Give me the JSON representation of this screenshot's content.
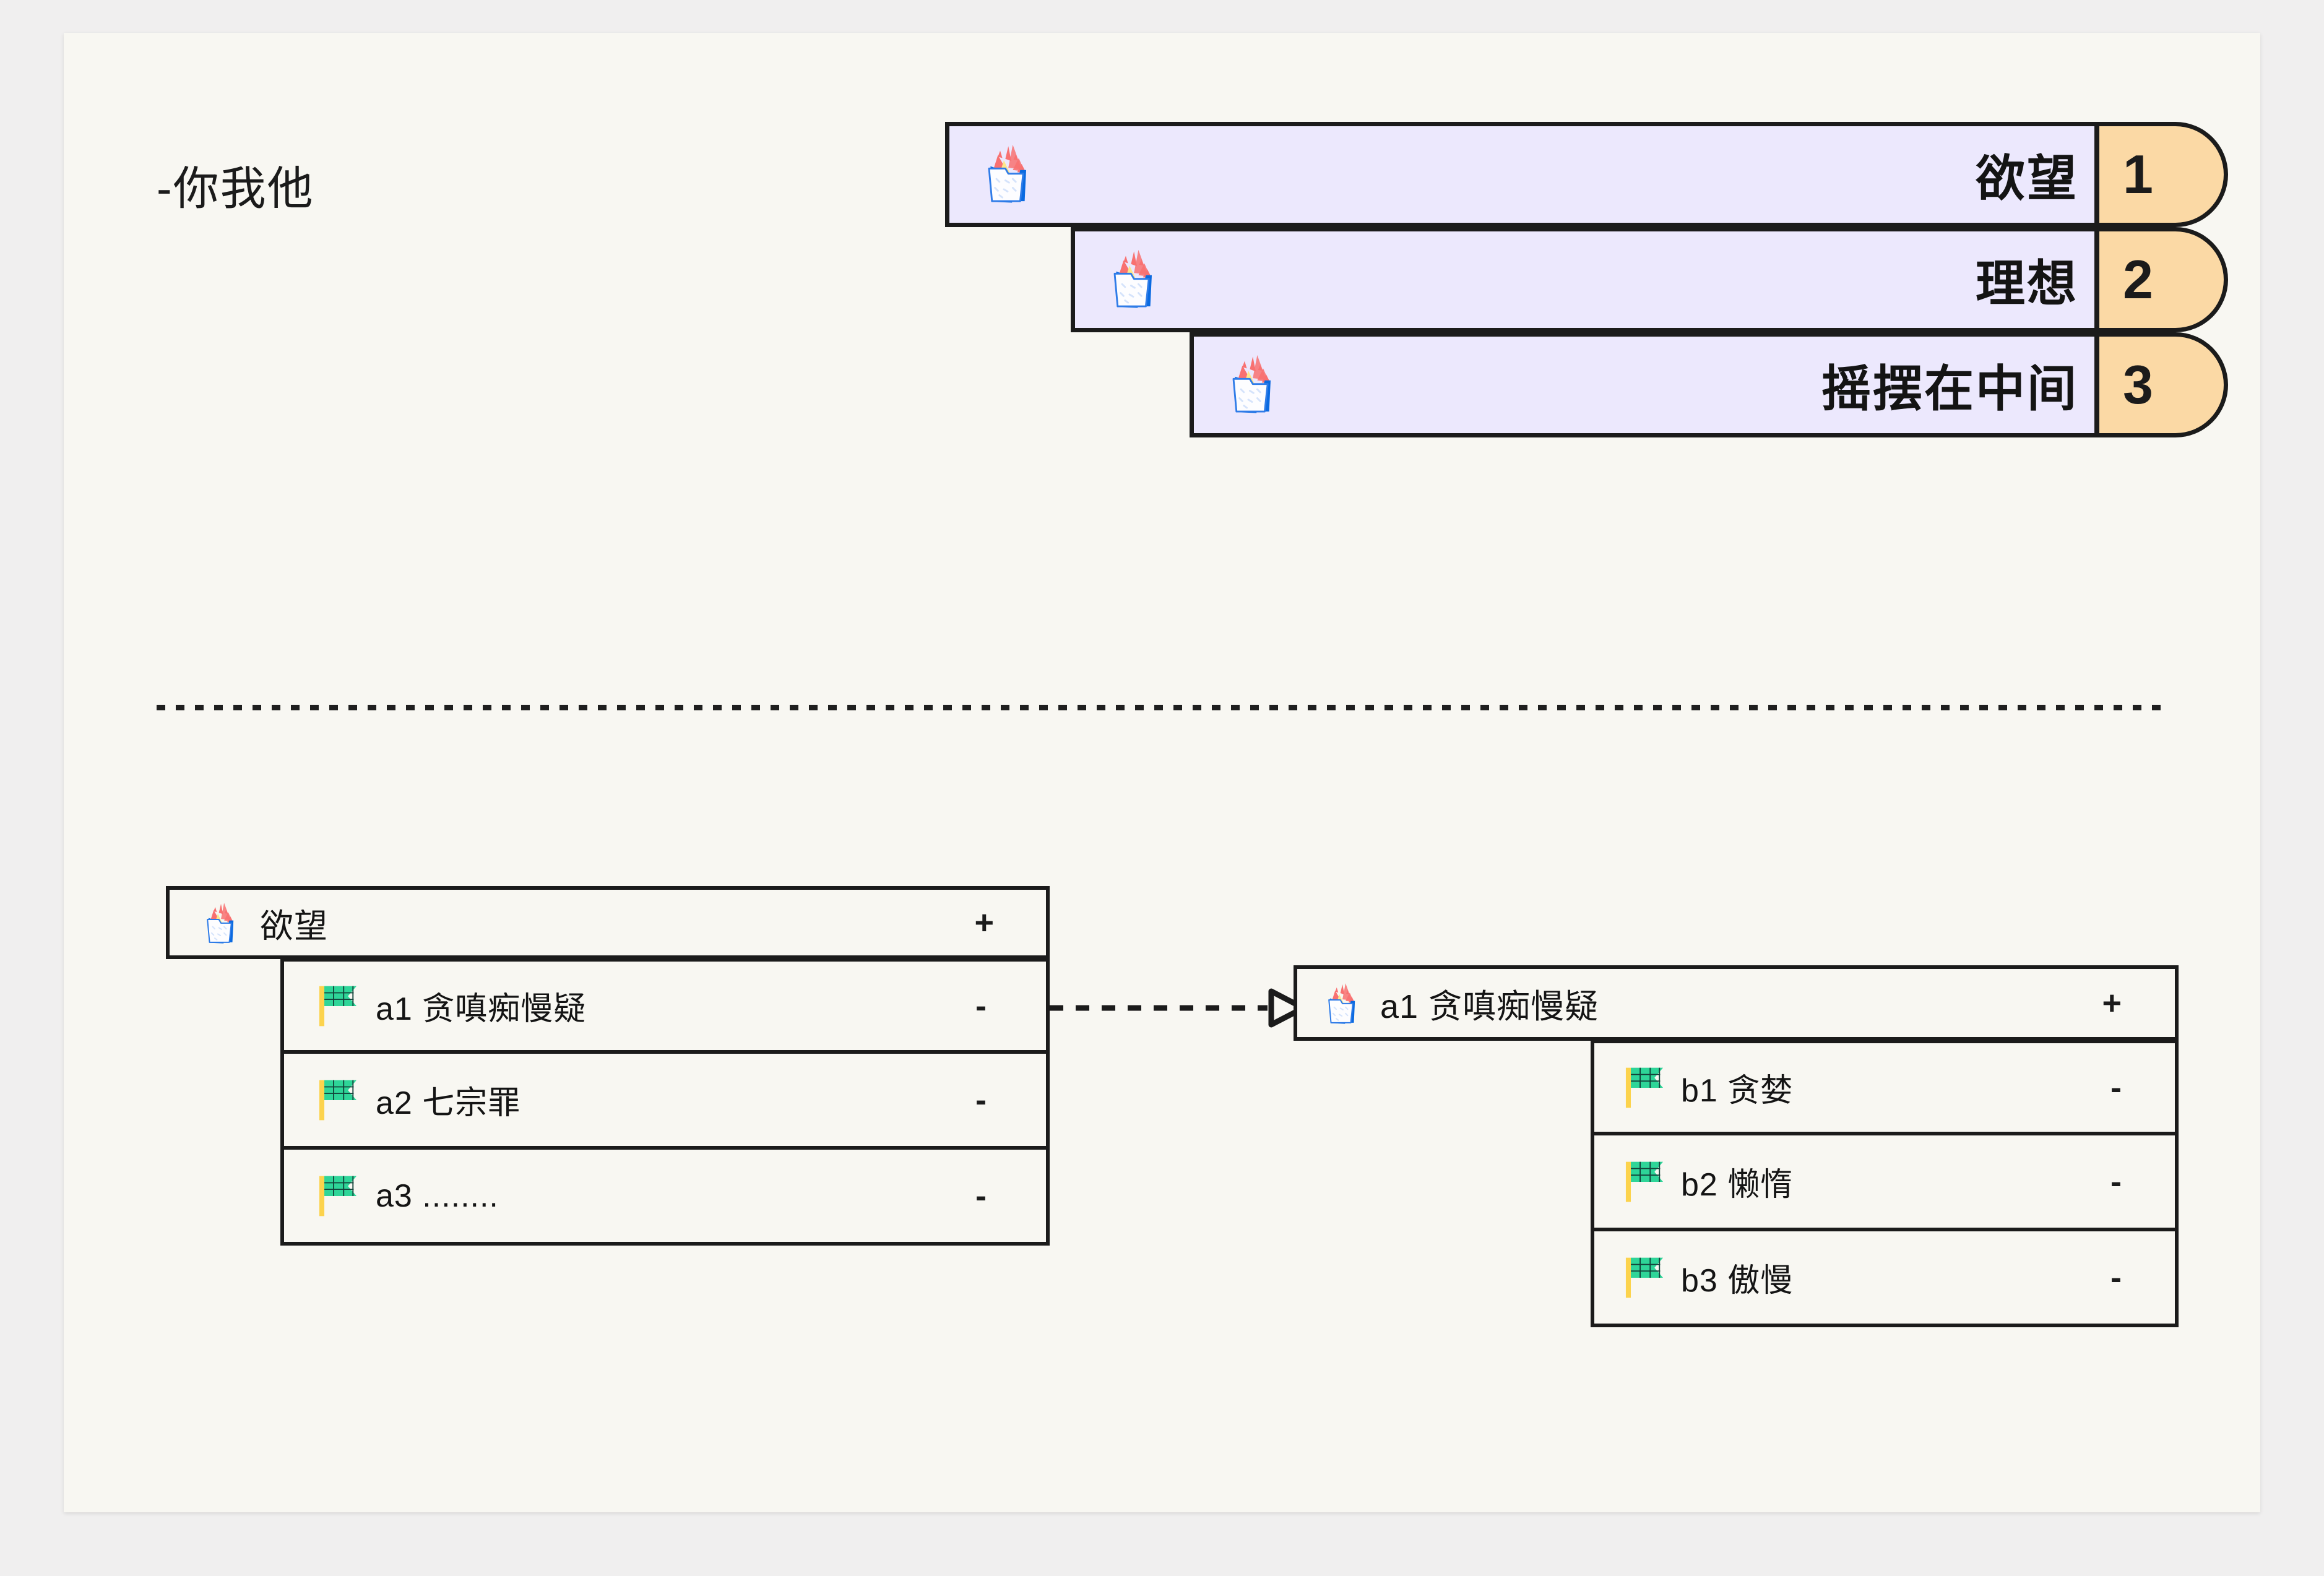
{
  "page": {
    "title": "-你我他",
    "background_color": "#f8f7f2",
    "outer_background_color": "#f0efef"
  },
  "banner": {
    "bar_fill_color": "#ece8fd",
    "number_fill_color": "#fbd9a5",
    "outline_color": "#1b1b1b",
    "items": [
      {
        "number": "1",
        "label": "欲望",
        "icon": "fire-folder-icon"
      },
      {
        "number": "2",
        "label": "理想",
        "icon": "fire-folder-icon"
      },
      {
        "number": "3",
        "label": "摇摆在中间",
        "icon": "fire-folder-icon"
      }
    ]
  },
  "divider": {
    "style": "dotted"
  },
  "tree_left": {
    "head": {
      "label": "欲望",
      "action": "+",
      "icon": "fire-folder-icon"
    },
    "children": [
      {
        "label": "a1 贪嗔痴慢疑",
        "action": "-",
        "icon": "green-flag-icon"
      },
      {
        "label": "a2 七宗罪",
        "action": "-",
        "icon": "green-flag-icon"
      },
      {
        "label": "a3 ........",
        "action": "-",
        "icon": "green-flag-icon"
      }
    ]
  },
  "tree_right": {
    "head": {
      "label": "a1 贪嗔痴慢疑",
      "action": "+",
      "icon": "fire-folder-icon"
    },
    "children": [
      {
        "label": "b1 贪婪",
        "action": "-",
        "icon": "green-flag-icon"
      },
      {
        "label": "b2 懒惰",
        "action": "-",
        "icon": "green-flag-icon"
      },
      {
        "label": "b3 傲慢",
        "action": "-",
        "icon": "green-flag-icon"
      }
    ]
  },
  "connector": {
    "type": "dashed-arrow",
    "direction": "right"
  },
  "colors": {
    "flag_green": "#2ed598",
    "flag_pole_yellow": "#fcd34d",
    "folder_blue": "#0a6ae1",
    "flame_red": "#f87171",
    "flame_yellow": "#fde68a"
  }
}
